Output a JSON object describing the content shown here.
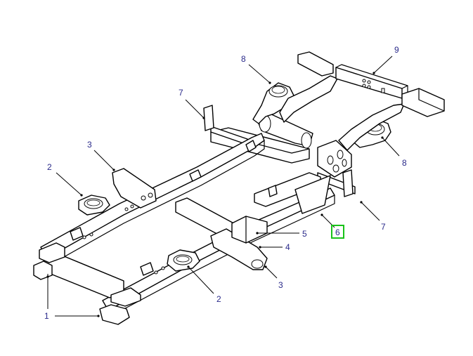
{
  "callouts": {
    "c1": "1",
    "c2_left": "2",
    "c2_bottom": "2",
    "c3_left": "3",
    "c3_bottom": "3",
    "c4": "4",
    "c5": "5",
    "c6": "6",
    "c7_left": "7",
    "c7_right": "7",
    "c8_top": "8",
    "c8_right": "8",
    "c9": "9"
  },
  "colors": {
    "callout_text": "#2a2a8a",
    "highlight": "#19c219",
    "line": "#000000",
    "background": "#ffffff"
  }
}
